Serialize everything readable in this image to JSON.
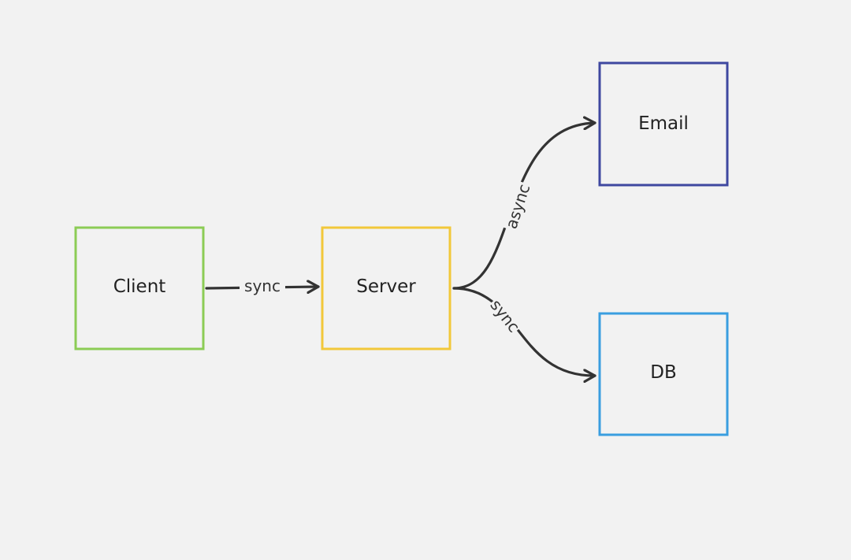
{
  "nodes": {
    "client": {
      "label": "Client",
      "color": "#8ccc55"
    },
    "server": {
      "label": "Server",
      "color": "#f2c83a"
    },
    "email": {
      "label": "Email",
      "color": "#3f48a0"
    },
    "db": {
      "label": "DB",
      "color": "#3a9ee0"
    }
  },
  "edges": {
    "client_server": {
      "label": "sync"
    },
    "server_email": {
      "label": "async"
    },
    "server_db": {
      "label": "sync"
    }
  },
  "colors": {
    "background": "#f2f2f2",
    "connector": "#333333"
  }
}
